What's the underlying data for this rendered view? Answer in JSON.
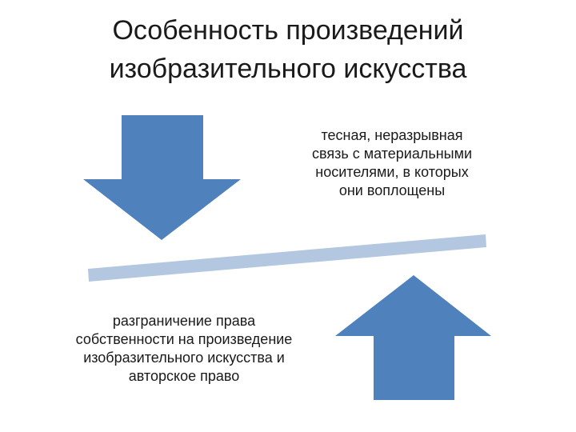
{
  "title": {
    "line1": "Особенность произведений",
    "line2": "изобразительного искусства"
  },
  "top_caption": {
    "line1": "тесная, неразрывная",
    "line2": "связь с материальными",
    "line3": "носителями, в которых",
    "line4": "они воплощены"
  },
  "bottom_caption": {
    "line1": "разграничение права",
    "line2": "собственности на произведение",
    "line3": "изобразительного искусства и",
    "line4": "авторское право"
  },
  "colors": {
    "arrow_fill": "#4f81bd",
    "beam_fill": "#b3c7e0",
    "text": "#1a1a1a",
    "background": "#ffffff"
  }
}
